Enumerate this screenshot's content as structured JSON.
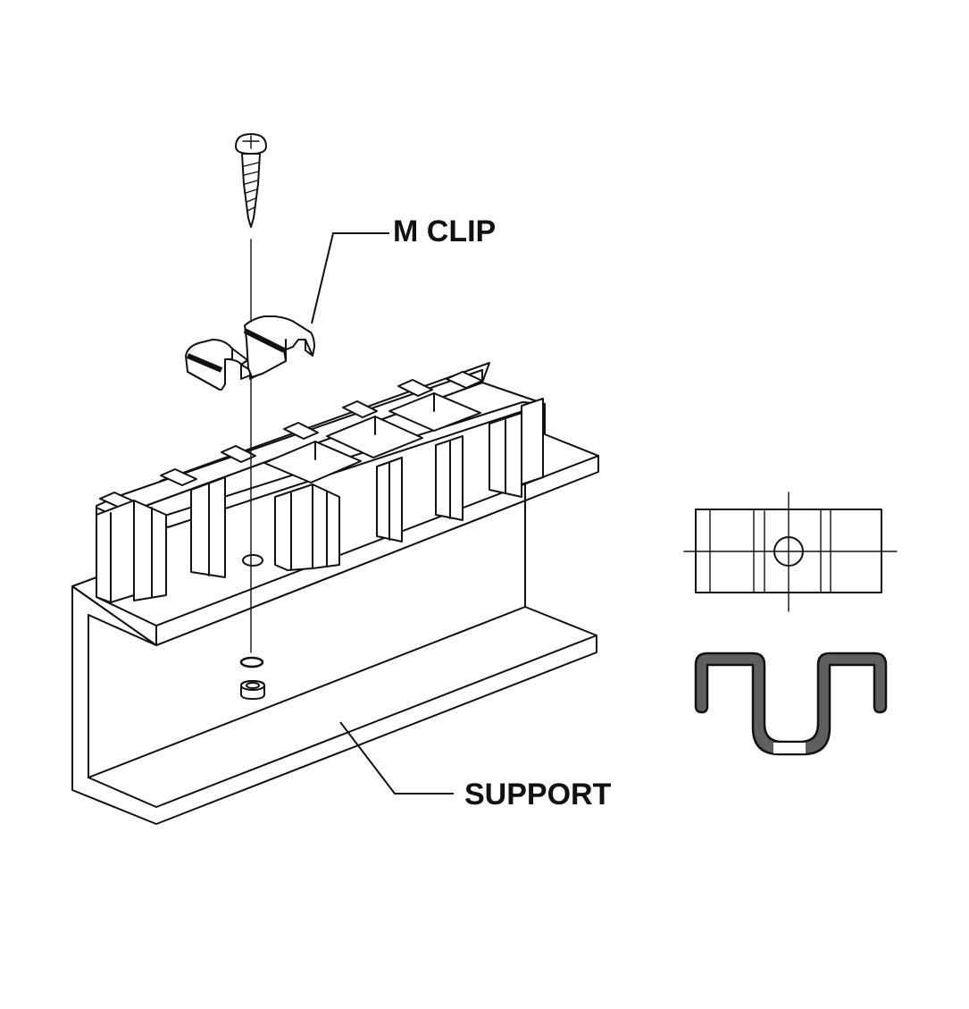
{
  "diagram": {
    "labels": {
      "clip": "M CLIP",
      "support": "SUPPORT"
    },
    "colors": {
      "line": "#111111",
      "background": "#ffffff",
      "clip_profile_fill": "#5f5f5f",
      "clip_stripe": "#111111"
    },
    "parts": [
      {
        "name": "screw",
        "icon": "screw-icon"
      },
      {
        "name": "m-clip",
        "icon": "m-clip-icon"
      },
      {
        "name": "grating",
        "icon": "grating-icon"
      },
      {
        "name": "support",
        "icon": "angle-support-icon"
      },
      {
        "name": "washer",
        "icon": "washer-icon"
      },
      {
        "name": "nut",
        "icon": "nut-icon"
      },
      {
        "name": "clip-top-view",
        "icon": "top-view-icon"
      },
      {
        "name": "clip-profile-view",
        "icon": "profile-view-icon"
      }
    ]
  }
}
